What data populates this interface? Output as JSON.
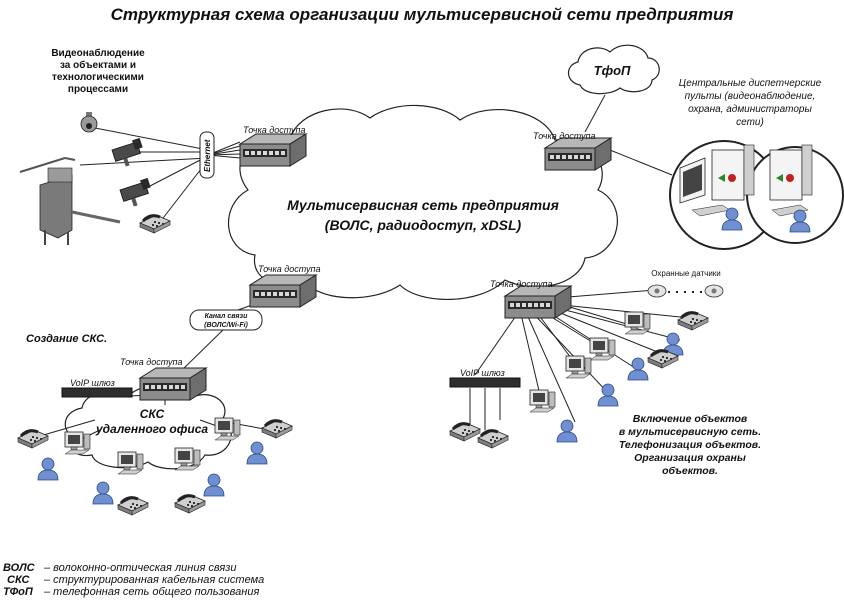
{
  "title": "Структурная схема организации мультисервисной сети предприятия",
  "cloud_main": {
    "line1": "Мультисервисная сеть предприятия",
    "line2": "(ВОЛС, радиодоступ, xDSL)"
  },
  "cloud_pstn": "ТфоП",
  "cloud_remote": {
    "line1": "СКС",
    "line2": "удаленного офиса"
  },
  "access_point_label": "Точка доступа",
  "ethernet_label": "Ethernet",
  "channel_label": {
    "line1": "Канал связи",
    "line2": "(ВОЛС/Wi-Fi)"
  },
  "voip_label": "VoIP шлюз",
  "security_sensors_label": "Охранные датчики",
  "video_label": {
    "line1": "Видеонаблюдение",
    "line2": "за объектами и",
    "line3": "технологическими",
    "line4": "процессами"
  },
  "dispatch_label": {
    "line1": "Центральные диспетчерские",
    "line2": "пульты (видеонаблюдение,",
    "line3": "охрана, администраторы",
    "line4": "сети)"
  },
  "scs_label": "Создание СКС.",
  "inclusion_label": {
    "line1": "Включение объектов",
    "line2": "в мультисервисную  сеть.",
    "line3": "Телефонизация объектов.",
    "line4": "Организация охраны",
    "line5": "объектов."
  },
  "legend": [
    {
      "abbr": "ВОЛС",
      "def": "– волоконно-оптическая линия связи"
    },
    {
      "abbr": "СКС",
      "def": "– структурированная кабельная система"
    },
    {
      "abbr": "ТФоП",
      "def": "– телефонная сеть общего пользования"
    }
  ]
}
